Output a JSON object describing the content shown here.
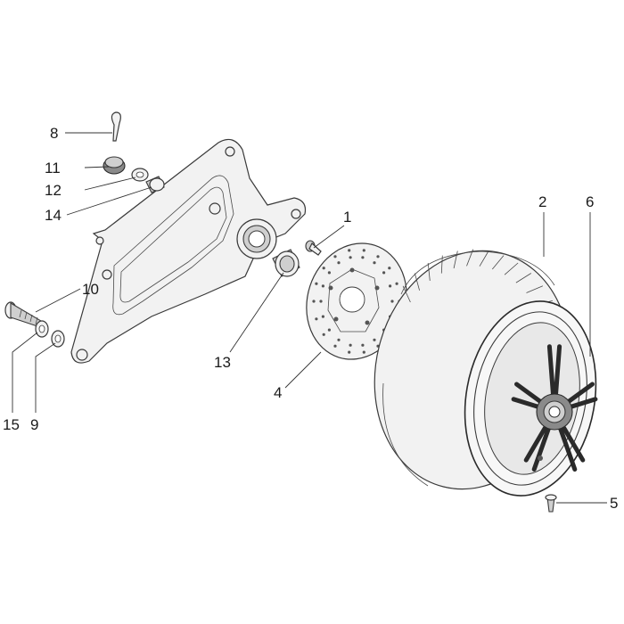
{
  "callouts": {
    "c1": "1",
    "c2": "2",
    "c4": "4",
    "c5": "5",
    "c6": "6",
    "c8": "8",
    "c9": "9",
    "c10": "10",
    "c11": "11",
    "c12": "12",
    "c13": "13",
    "c14": "14",
    "c15": "15"
  }
}
